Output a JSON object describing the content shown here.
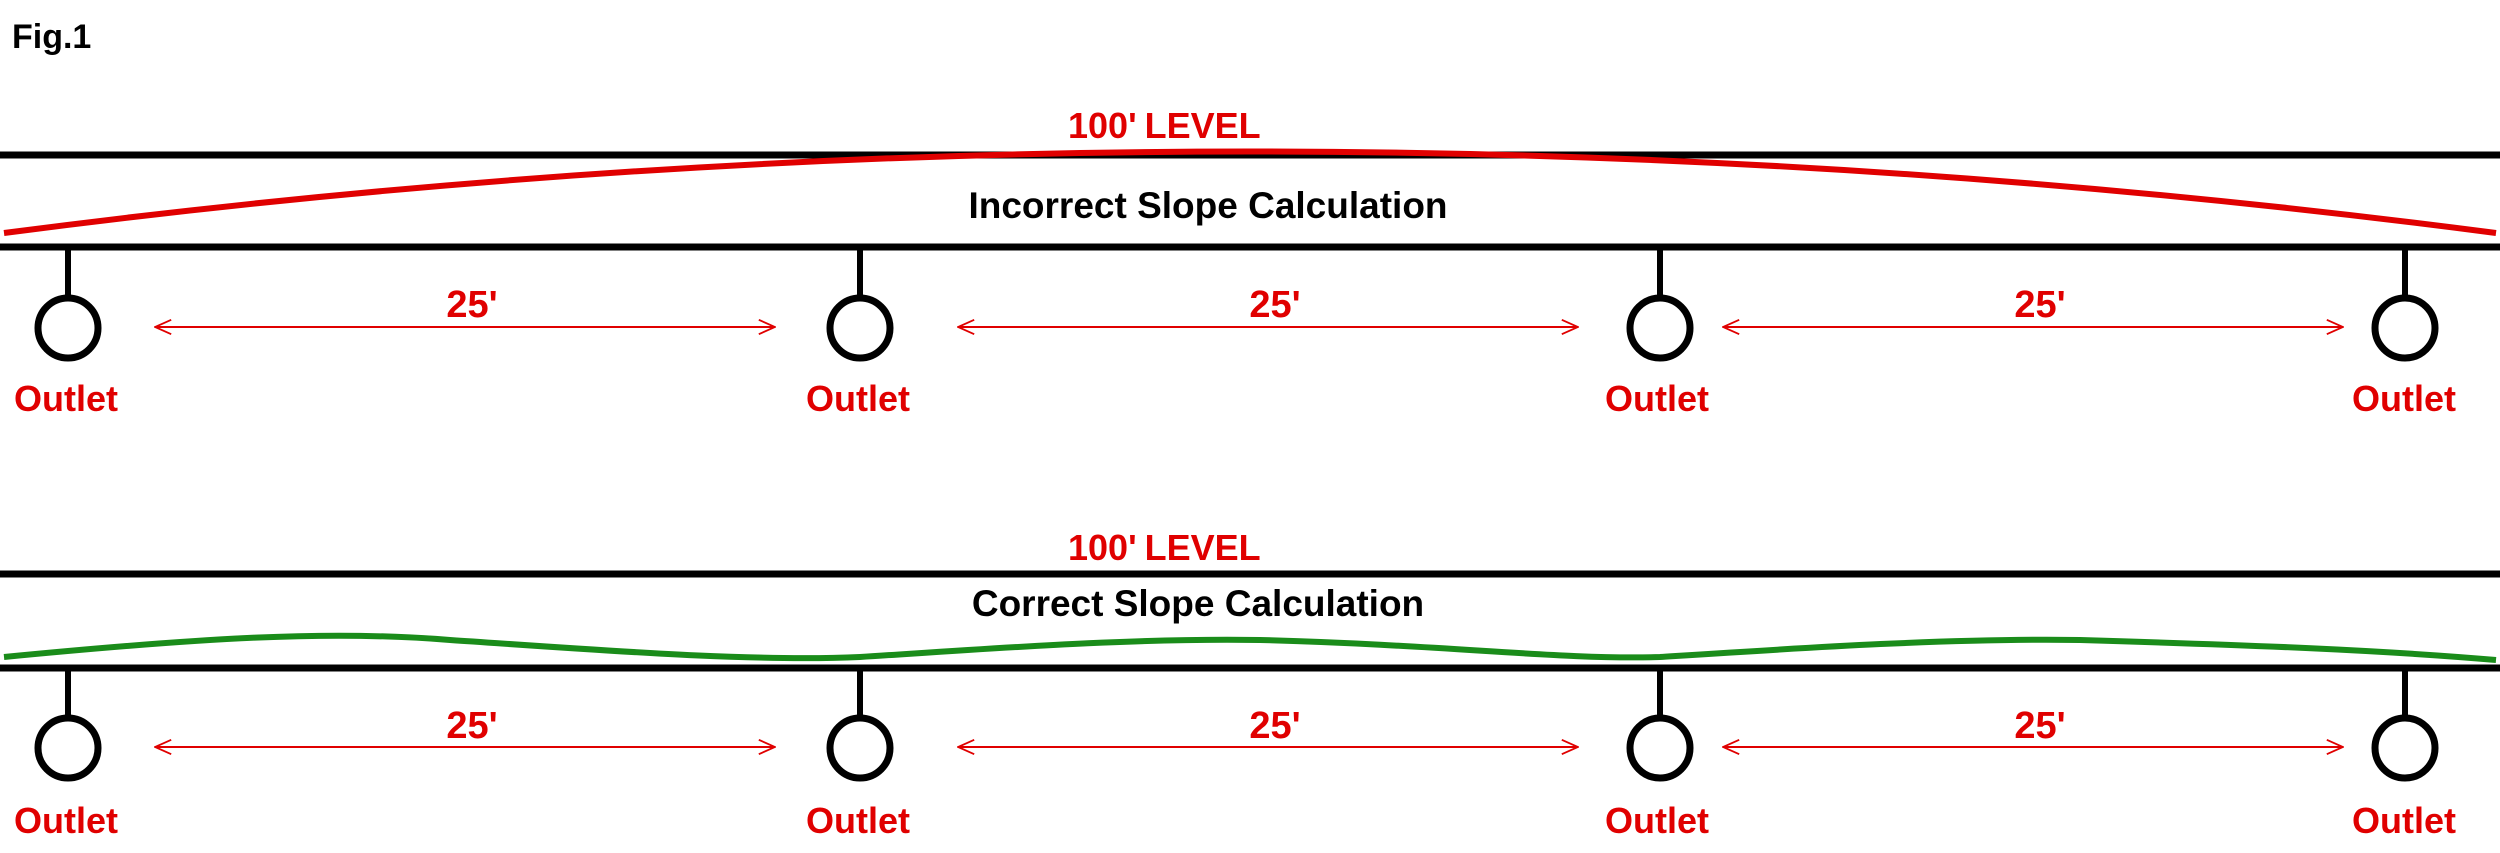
{
  "figure": {
    "label": "Fig.1"
  },
  "colors": {
    "line": "#000000",
    "annotation_red": "#e00000",
    "incorrect_curve": "#e00000",
    "correct_curve": "#1a8c1a"
  },
  "sections": [
    {
      "level_number": "100'",
      "level_word": "LEVEL",
      "title": "Incorrect Slope Calculation",
      "spans": [
        "25'",
        "25'",
        "25'"
      ],
      "outlets": [
        "Outlet",
        "Outlet",
        "Outlet",
        "Outlet"
      ]
    },
    {
      "level_number": "100'",
      "level_word": "LEVEL",
      "title": "Correct Slope Calculation",
      "spans": [
        "25'",
        "25'",
        "25'"
      ],
      "outlets": [
        "Outlet",
        "Outlet",
        "Outlet",
        "Outlet"
      ]
    }
  ]
}
